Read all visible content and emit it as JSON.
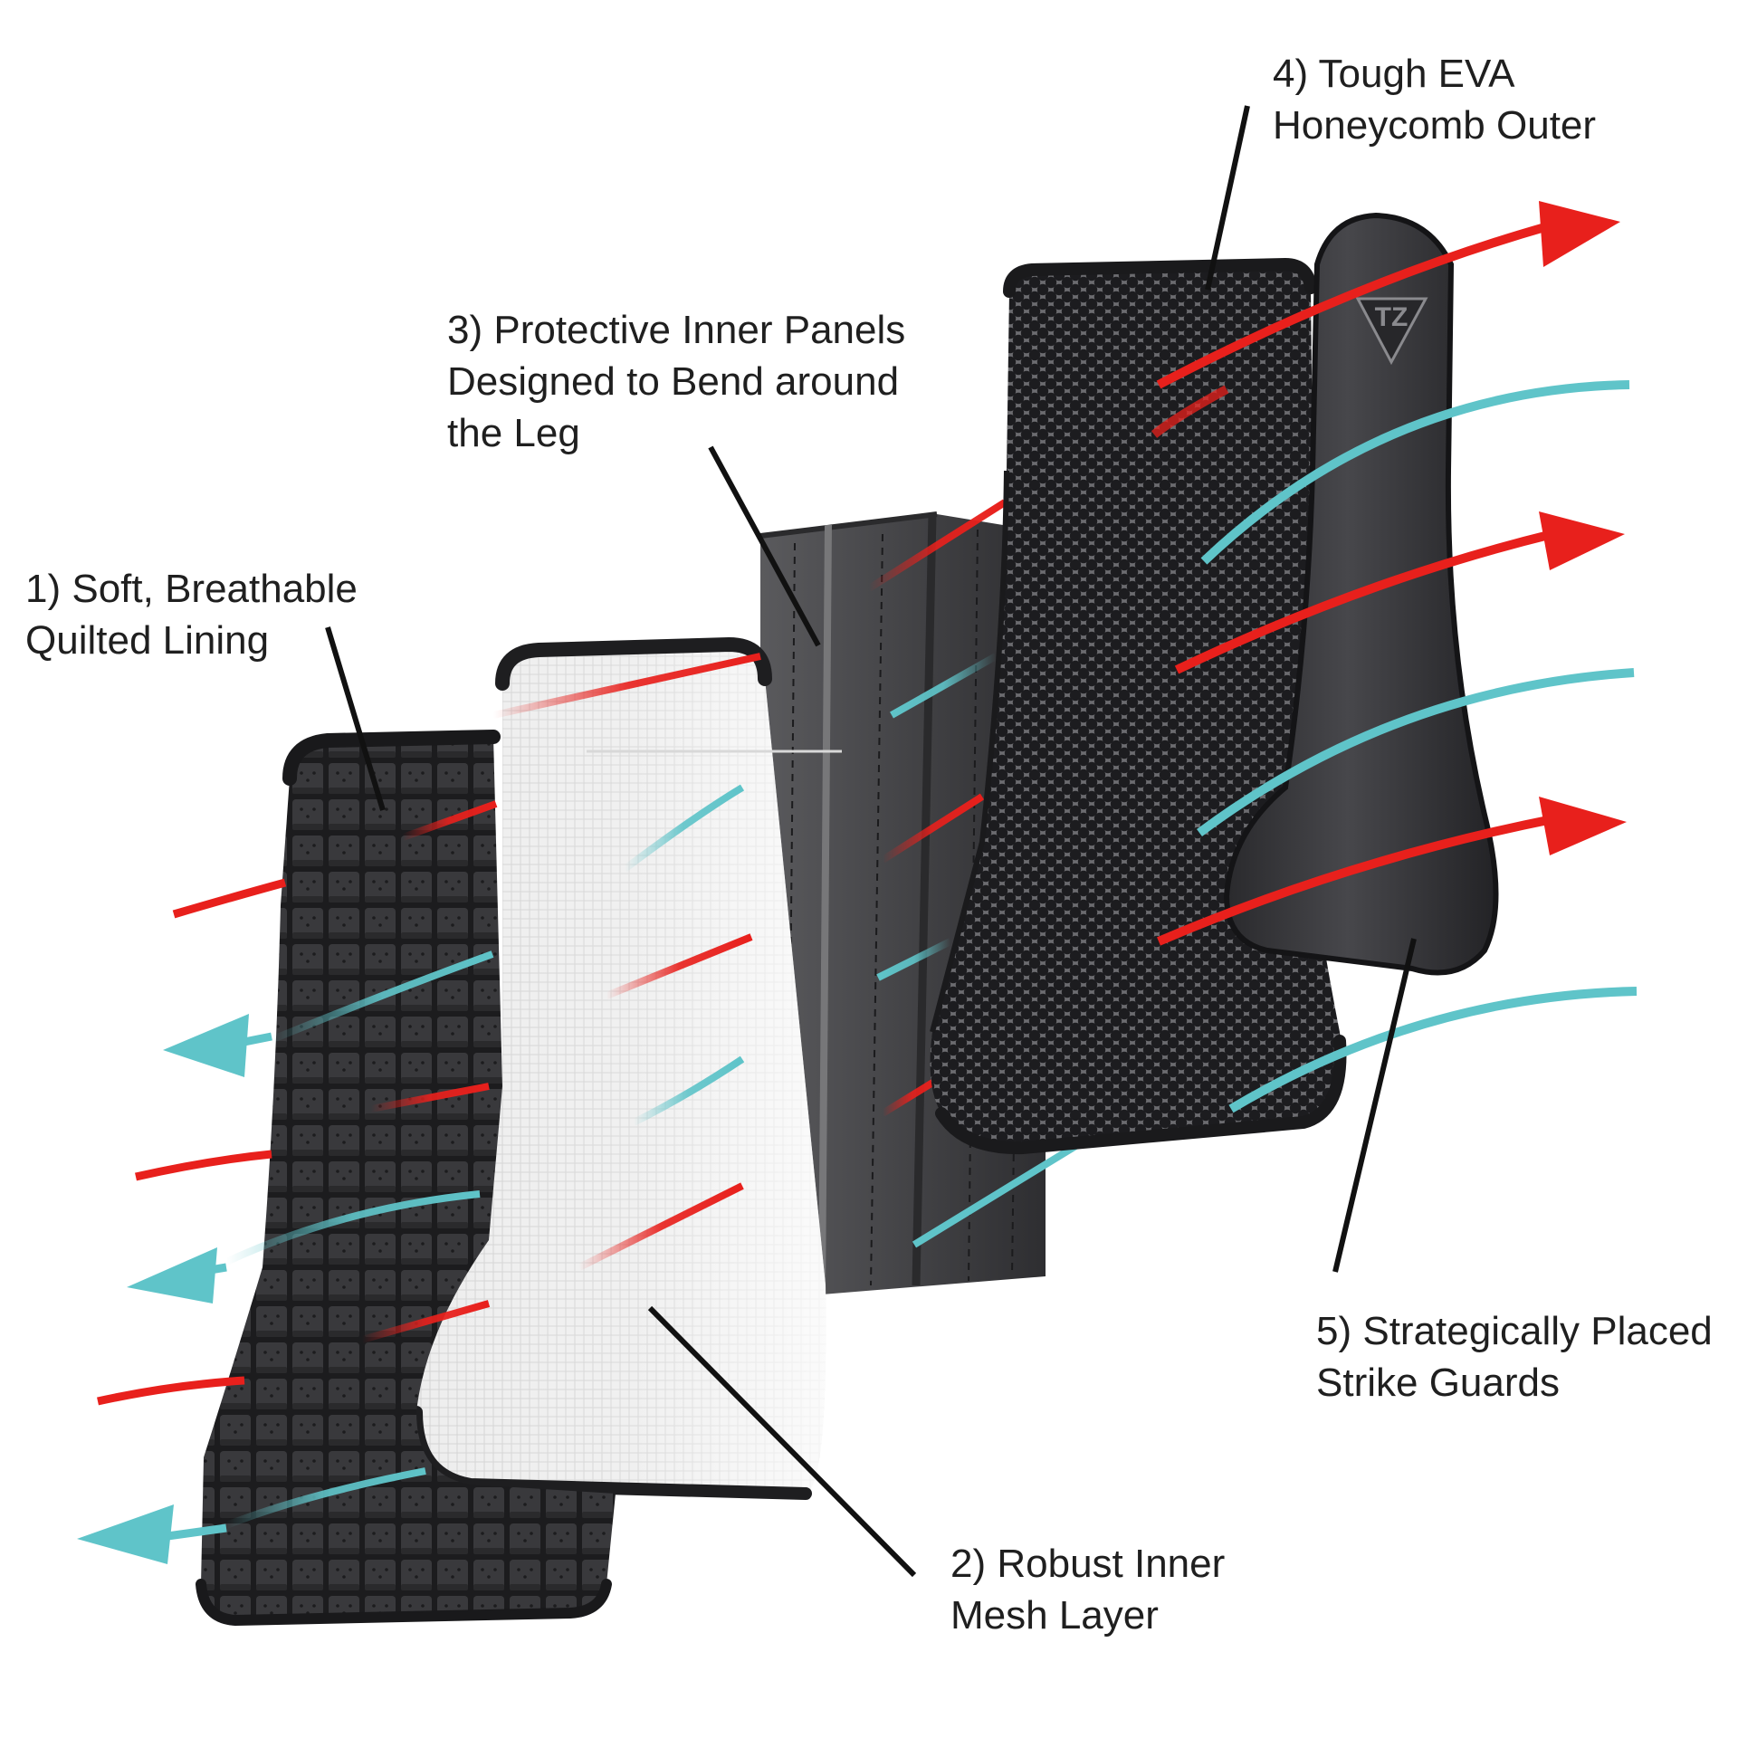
{
  "colors": {
    "background": "#ffffff",
    "heat_arrow": "#e8201c",
    "air_arrow": "#5fc4c9",
    "leader_line": "#111111",
    "label_text": "#1f1f1f",
    "lining": "#2b2b2e",
    "mesh": "#ececec",
    "inner_panel": "#4a4a4c",
    "honeycomb_outer": "#2c2c2f",
    "strike_guard": "#343437"
  },
  "icons": {
    "brand_logo": "triangle-tz-logo-icon"
  },
  "logo_text": "TZ",
  "callouts": {
    "lining": {
      "line1": "1) Soft, Breathable",
      "line2": "Quilted Lining"
    },
    "mesh": {
      "line1": "2) Robust Inner",
      "line2": "Mesh Layer"
    },
    "panels": {
      "line1": "3) Protective Inner Panels",
      "line2": "Designed to Bend around",
      "line3": "the Leg"
    },
    "outer": {
      "line1": "4) Tough EVA",
      "line2": "Honeycomb Outer"
    },
    "guards": {
      "line1": "5) Strategically Placed",
      "line2": "Strike Guards"
    }
  }
}
